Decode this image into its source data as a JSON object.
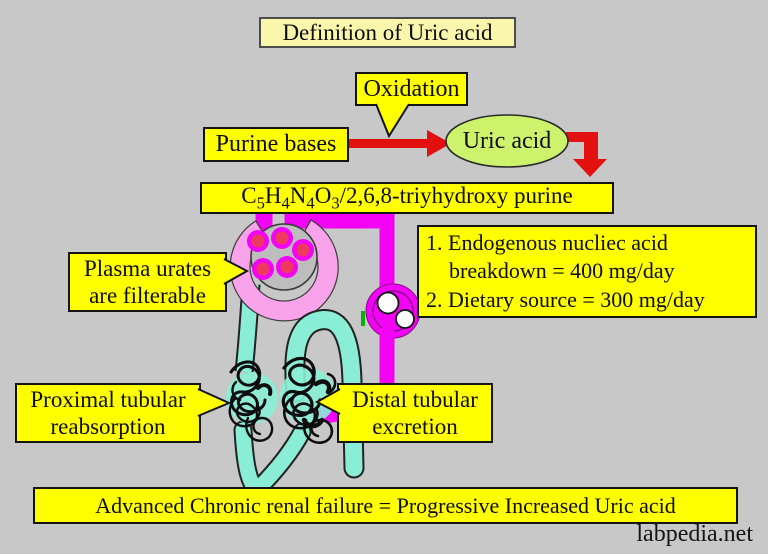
{
  "page": {
    "watermark": "labpedia.net",
    "background_color": "#c8c8c8"
  },
  "colors": {
    "box_yellow": "#ffff00",
    "title_yellow": "#faf7ad",
    "arrow_red": "#e31010",
    "uric_green": "#cdf36d",
    "vessel_magenta": "#f303f3",
    "capsule_pink": "#f9a3ea",
    "glomerulus_red": "#ee3a5e",
    "tubule_cyan": "#8aeed6",
    "capsule_gray": "#bdbdbd"
  },
  "title_box": {
    "label": "Definition of Uric acid"
  },
  "flow": {
    "oxidation_label": "Oxidation",
    "purine_label": "Purine bases",
    "uric_acid_label": "Uric acid"
  },
  "formula": {
    "plain": "C5H4N4O3/2,6,8-triyhydroxy purine",
    "segments": [
      {
        "t": "C"
      },
      {
        "t": "5",
        "sub": true
      },
      {
        "t": "H"
      },
      {
        "t": "4",
        "sub": true
      },
      {
        "t": "N"
      },
      {
        "t": "4",
        "sub": true
      },
      {
        "t": "O"
      },
      {
        "t": "3",
        "sub": true
      },
      {
        "t": "/2,6,8-triyhydroxy purine"
      }
    ]
  },
  "sources_box": {
    "lines": [
      "1. Endogenous nucliec acid",
      "breakdown = 400 mg/day",
      "2. Dietary source = 300 mg/day"
    ]
  },
  "callouts": {
    "plasma": {
      "lines": [
        "Plasma urates",
        "are filterable"
      ]
    },
    "proximal": {
      "lines": [
        "Proximal tubular",
        "reabsorption"
      ]
    },
    "distal": {
      "lines": [
        "Distal tubular",
        "excretion"
      ]
    }
  },
  "bottom_box": {
    "label": "Advanced Chronic renal failure = Progressive Increased Uric acid"
  }
}
